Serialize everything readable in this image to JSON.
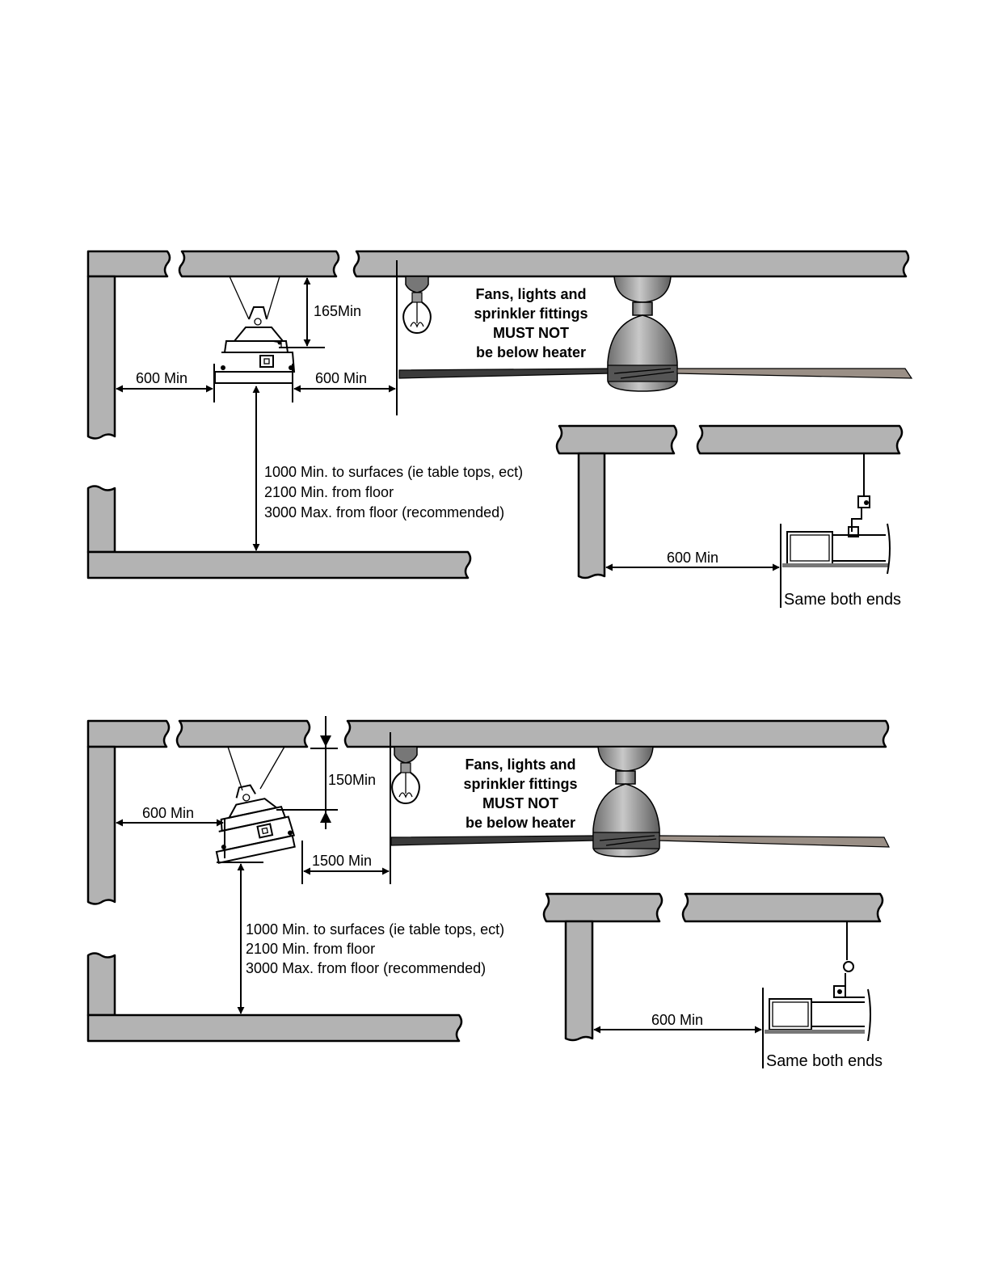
{
  "diagram_top": {
    "upper_clearance": "165Min",
    "side_left": "600 Min",
    "side_right": "600 Min",
    "warning_lines": [
      "Fans, lights and",
      "sprinkler fittings",
      "MUST NOT",
      "be below heater"
    ],
    "vertical_notes": [
      "1000 Min. to surfaces (ie table tops, ect)",
      "2100 Min. from floor",
      "3000 Max. from floor (recommended)"
    ],
    "end_clearance": "600 Min",
    "end_note": "Same both ends"
  },
  "diagram_bottom": {
    "upper_clearance": "150Min",
    "side_left": "600 Min",
    "side_right": "1500 Min",
    "warning_lines": [
      "Fans, lights and",
      "sprinkler fittings",
      "MUST NOT",
      "be below heater"
    ],
    "vertical_notes": [
      "1000 Min. to surfaces (ie table tops, ect)",
      "2100 Min. from floor",
      "3000 Max. from floor (recommended)"
    ],
    "end_clearance": "600 Min",
    "end_note": "Same both ends"
  },
  "colors": {
    "wall": "#b3b3b3",
    "line": "#000000",
    "fan": "#8c8c8c"
  }
}
